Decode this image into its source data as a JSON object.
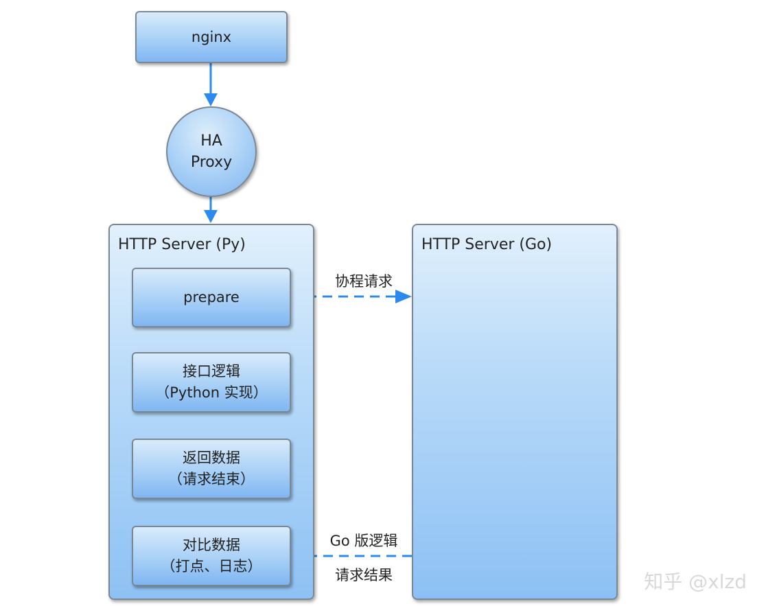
{
  "nodes": {
    "nginx": "nginx",
    "haproxy_line1": "HA",
    "haproxy_line2": "Proxy",
    "py_server_title": "HTTP Server (Py)",
    "go_server_title": "HTTP Server (Go)",
    "prepare": "prepare",
    "interface_line1": "接口逻辑",
    "interface_line2": "（Python 实现）",
    "return_line1": "返回数据",
    "return_line2": "（请求结束）",
    "compare_line1": "对比数据",
    "compare_line2": "（打点、日志）"
  },
  "edges": {
    "coroutine_request": "协程请求",
    "go_logic": "Go 版逻辑",
    "request_result": "请求结果"
  },
  "watermark": "知乎 @xlzd",
  "colors": {
    "arrow": "#2a8af0",
    "box_border": "#7c8794"
  }
}
